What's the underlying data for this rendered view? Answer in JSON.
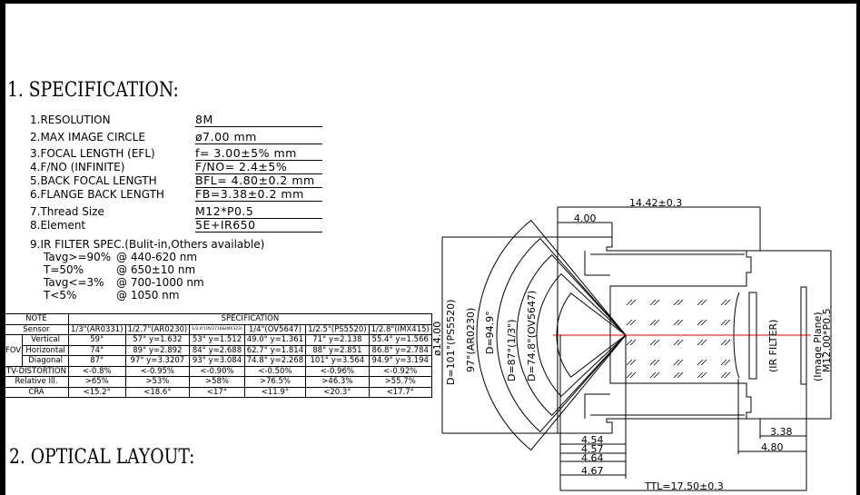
{
  "headings": {
    "specification": "1. SPECIFICATION:",
    "optical_layout": "2. OPTICAL LAYOUT:"
  },
  "specs": [
    {
      "label": "1.RESOLUTION",
      "value": "8M"
    },
    {
      "label": "2.MAX IMAGE CIRCLE",
      "value": "ø7.00  mm"
    },
    {
      "label": "3.FOCAL LENGTH (EFL)",
      "value": "f= 3.00±5%  mm"
    },
    {
      "label": "4.F/NO (INFINITE)",
      "value": "F/NO= 2.4±5%"
    },
    {
      "label": "5.BACK FOCAL LENGTH",
      "value": "BFL= 4.80±0.2 mm"
    },
    {
      "label": "6.FLANGE BACK LENGTH",
      "value": "FB=3.38±0.2 mm"
    },
    {
      "label": "7.Thread Size",
      "value": "M12*P0.5"
    },
    {
      "label": "8.Element",
      "value": "5E+IR650"
    }
  ],
  "ir_filter": {
    "title": "9.IR FILTER SPEC.(Bulit-in,Others available)",
    "lines": [
      {
        "cond": "Tavg>=90%",
        "val": "@ 440-620 nm"
      },
      {
        "cond": "T=50%",
        "val": "@ 650±10 nm"
      },
      {
        "cond": "Tavg<=3%",
        "val": "@ 700-1000 nm"
      },
      {
        "cond": "T<5%",
        "val": "@ 1050 nm"
      }
    ]
  },
  "table": {
    "note_header": "NOTE",
    "spec_header": "SPECIFICATION",
    "sensor_label": "Sensor",
    "sensors": [
      "1/3\"(AR0331)",
      "1/2.7\"(AR0230)",
      "1/2.8\"(OV2718&IMX323)",
      "1/4\"(OV5647)",
      "1/2.5\"(PS5520)",
      "1/2.8\"(IMX415)"
    ],
    "fov_label": "FOV",
    "rows": [
      {
        "label": "Vertical",
        "values": [
          "59°",
          "57°  y=1.632",
          "53°  y=1.512",
          "49.0°  y=1.361",
          "71°  y=2.138",
          "55.4°  y=1.566"
        ]
      },
      {
        "label": "Horizontal",
        "values": [
          "74°",
          "89°  y=2.892",
          "84°  y=2.688",
          "62.7°  y=1.814",
          "88°  y=2.851",
          "86.8°  y=2.784"
        ]
      },
      {
        "label": "Diagonal",
        "values": [
          "87°",
          "97°  y=3.3207",
          "93°  y=3.084",
          "74.8°  y=2.268",
          "101°  y=3.564",
          "94.9°  y=3.194"
        ]
      }
    ],
    "extra_rows": [
      {
        "label": "TV-DISTORTION",
        "values": [
          "<-0.8%",
          "<-0.95%",
          "<-0.90%",
          "<-0.50%",
          "<-0.96%",
          "<-0.92%"
        ]
      },
      {
        "label": "Relative Ill.",
        "values": [
          ">65%",
          ">53%",
          ">58%",
          ">76.5%",
          ">46.3%",
          ">55.7%"
        ]
      },
      {
        "label": "CRA",
        "values": [
          "<15.2°",
          "<18.6°",
          "<17°",
          "<11.9°",
          "<20.3°",
          "<17.7°"
        ]
      }
    ]
  },
  "drawing": {
    "dims": {
      "total_length": "14.42±0.3",
      "front": "4.00",
      "diameter": "ø14.00",
      "d454": "4.54",
      "d457": "4.57",
      "d464": "4.64",
      "d467": "4.67",
      "fb": "3.38",
      "bfl": "4.80",
      "ttl": "TTL=17.50±0.3"
    },
    "fov_labels": [
      "D=101°(PS5520)",
      "97°(AR0230)",
      "D=94.9°",
      "D=87°(1/3\")",
      "D=74.8°(OV5647)"
    ],
    "ir_filter": "(IR FILTER)",
    "image_plane": "(Image Plane)",
    "thread": "M12.00*P0.5",
    "centerline_color": "#e00000"
  }
}
